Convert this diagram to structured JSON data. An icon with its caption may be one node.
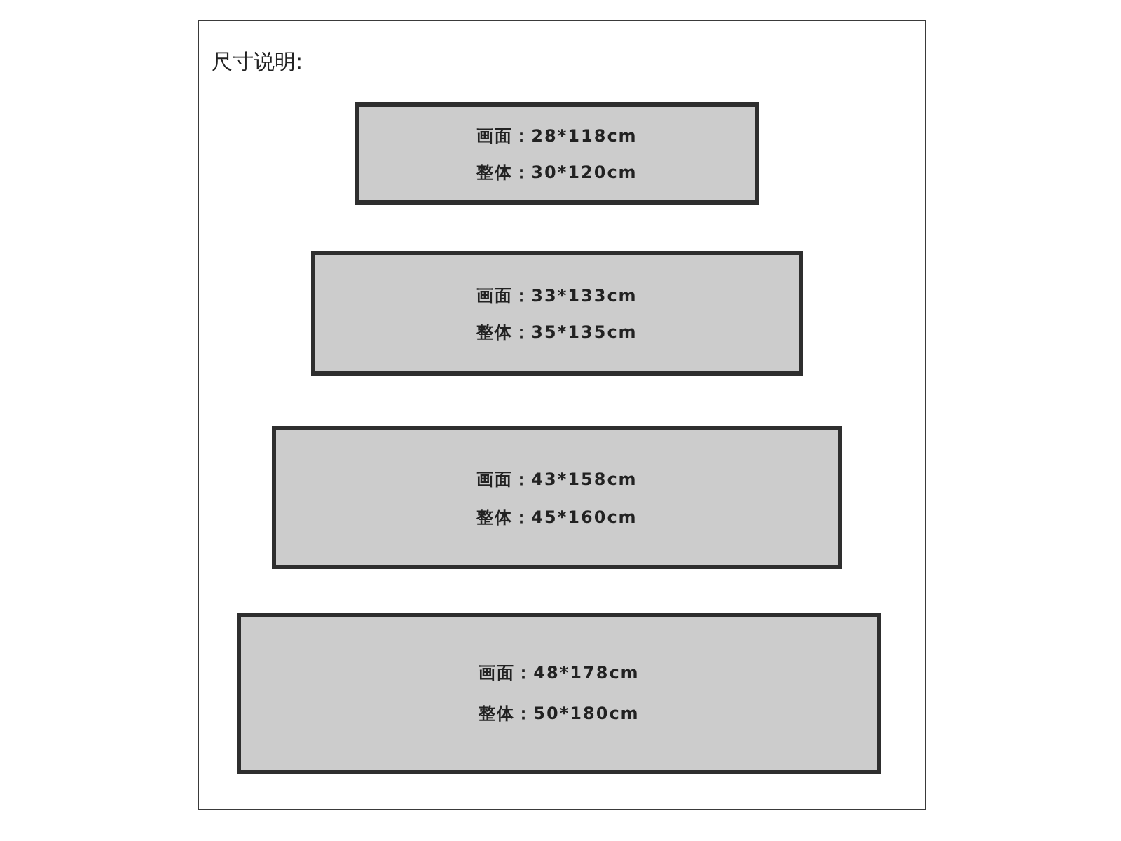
{
  "diagram": {
    "nodes": [
      {
        "text": [
          "尺寸说明:"
        ]
      },
      {
        "text": [
          "画面：28*118cm",
          "整体：30*120cm"
        ],
        "in": 0
      },
      {
        "text": [
          "画面：33*133cm",
          "整体：35*135cm"
        ],
        "in": 0
      },
      {
        "text": [
          "画面：43*158cm",
          "整体：45*160cm"
        ],
        "in": 0
      },
      {
        "text": [
          "画面：48*178cm",
          "整体：50*180cm"
        ],
        "in": 0
      }
    ]
  }
}
